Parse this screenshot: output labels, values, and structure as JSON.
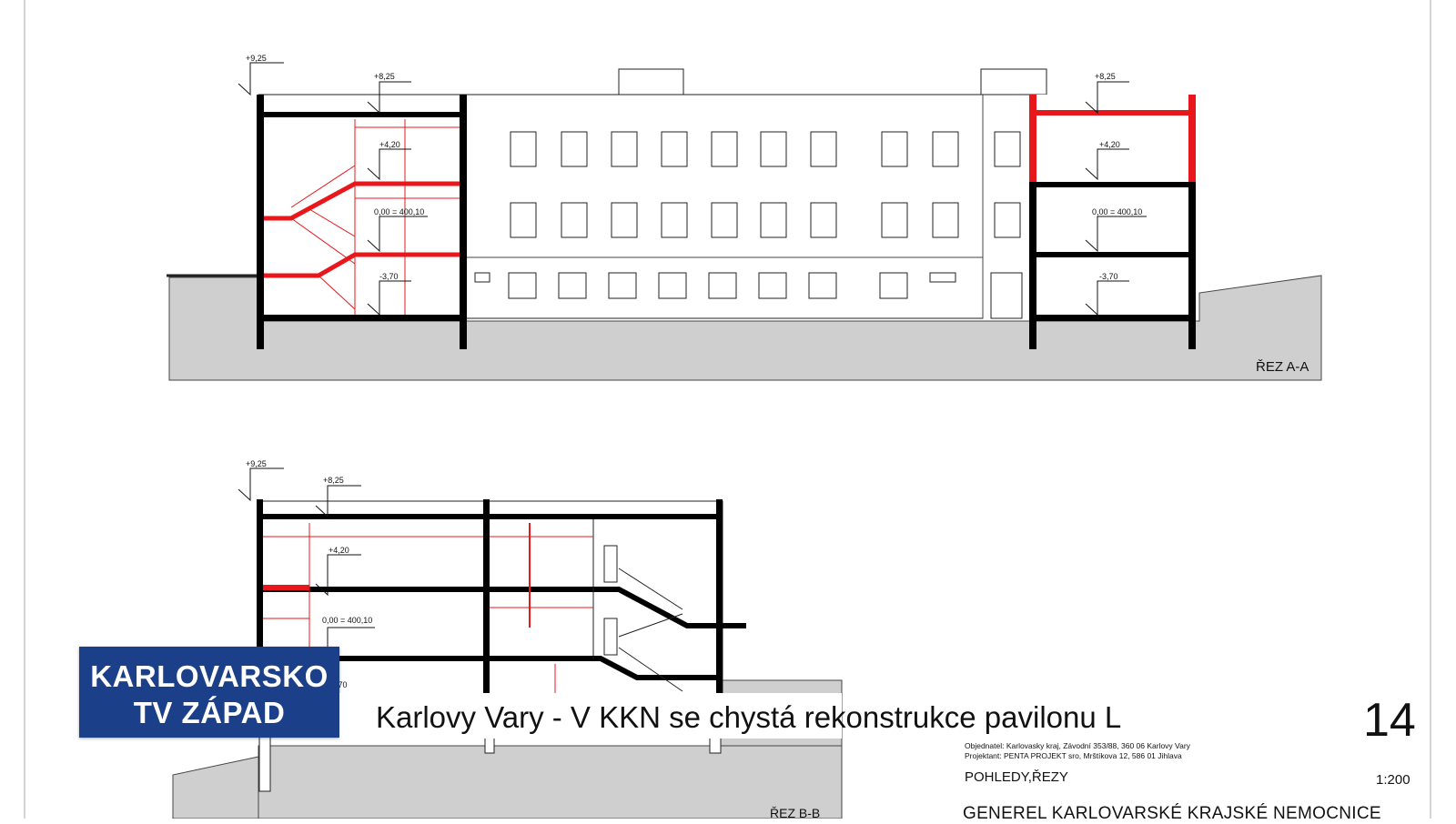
{
  "drawing": {
    "section_a": {
      "label": "ŘEZ A-A",
      "levels": [
        "+9,25",
        "+8,25",
        "+4,20",
        "0,00 = 400,10",
        "-3,70",
        "+8,25",
        "+4,20",
        "0,00 = 400,10",
        "-3,70"
      ]
    },
    "section_b": {
      "label": "ŘEZ B-B",
      "levels": [
        "+9,25",
        "+8,25",
        "+4,20",
        "0,00 = 400,10",
        "-3,70"
      ]
    },
    "title_block": {
      "sheet_number": "14",
      "client": "Objednatel: Karlovasky kraj, Závodní 353/88, 360 06 Karlovy Vary",
      "designer": "Projektant: PENTA PROJEKT sro, Mrštíkova 12, 586 01 Jihlava",
      "sheet_title": "POHLEDY,ŘEZY",
      "scale": "1:200",
      "project_name": "GENEREL KARLOVARSKÉ KRAJSKÉ NEMOCNICE"
    },
    "colors": {
      "new_construction": "#e8171b",
      "ground": "#cfcfcf",
      "structure": "#000000"
    }
  },
  "overlay": {
    "brand_line1": "KARLOVARSKO",
    "brand_line2": "TV ZÁPAD",
    "headline": "Karlovy Vary - V KKN se chystá rekonstrukce pavilonu L",
    "brand_color": "#1b3f88"
  }
}
